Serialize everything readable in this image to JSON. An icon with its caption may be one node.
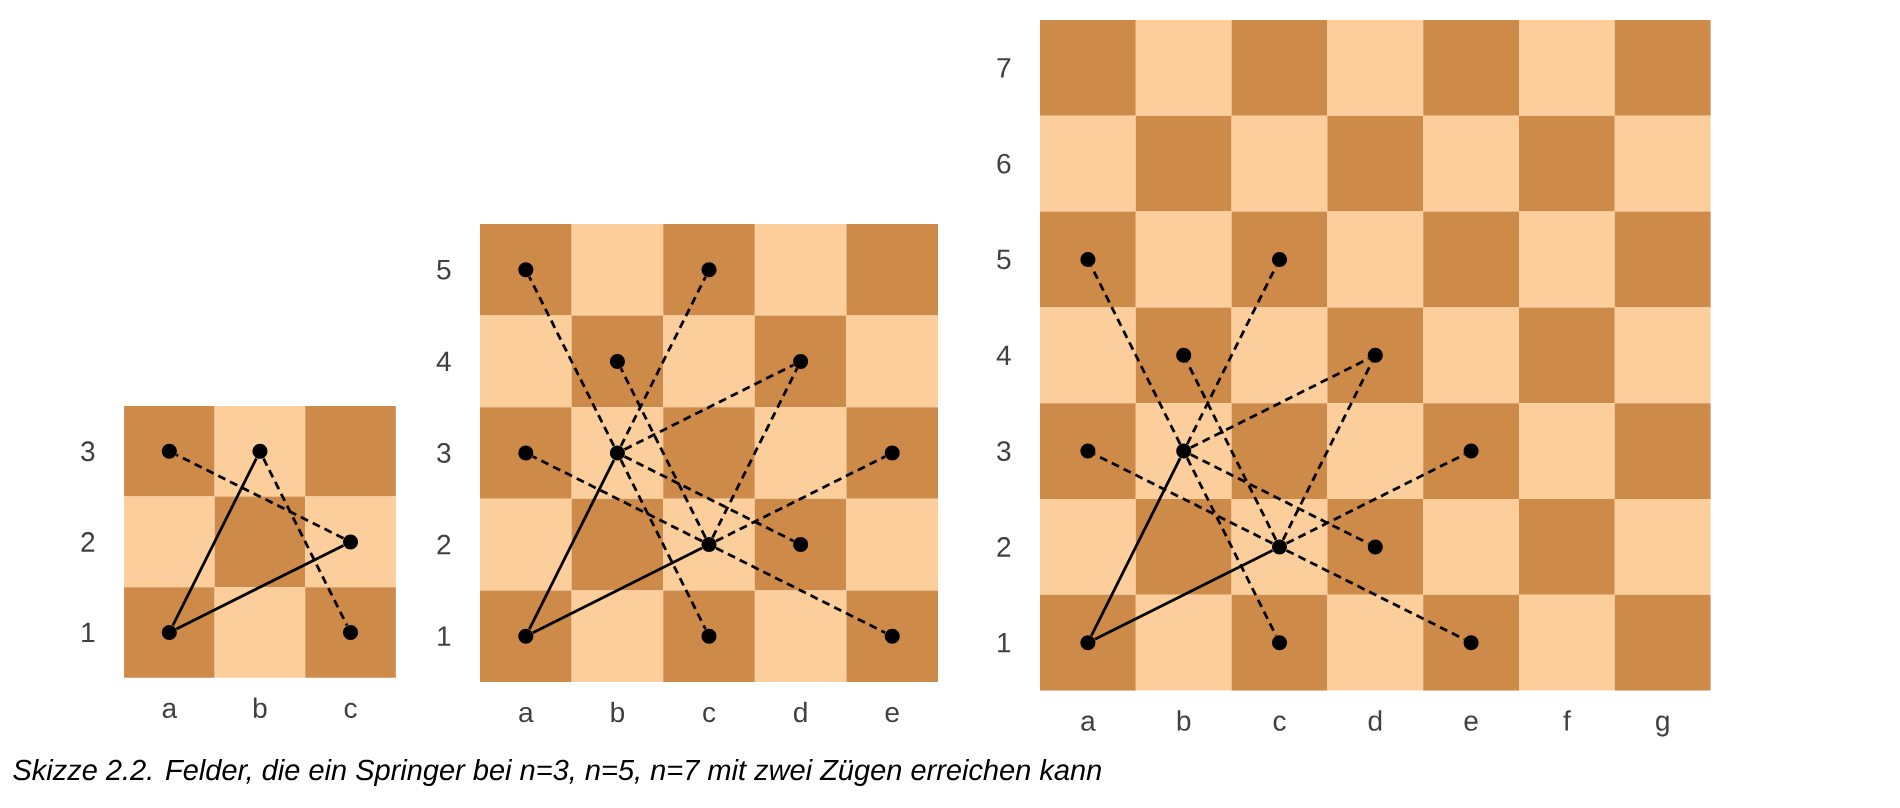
{
  "diagram": {
    "caption": "Skizze 2.2. Felder, die ein Springer bei n=3, n=5, n=7 mit zwei Zügen erreichen kann",
    "nodes": [
      {
        "text": [],
        "shape": "circle"
      },
      {
        "text": [],
        "shape": "circle"
      },
      {
        "text": [],
        "shape": "circle"
      },
      {
        "text": [],
        "shape": "circle"
      },
      {
        "text": [],
        "shape": "circle"
      },
      {
        "text": [],
        "shape": "circle"
      },
      {
        "text": [],
        "shape": "circle"
      },
      {
        "text": [],
        "shape": "circle"
      },
      {
        "text": [],
        "shape": "circle"
      },
      {
        "text": [],
        "shape": "circle"
      },
      {
        "text": [],
        "shape": "circle"
      },
      {
        "text": [],
        "shape": "circle"
      },
      {
        "text": [],
        "shape": "circle"
      },
      {
        "text": [],
        "shape": "circle"
      },
      {
        "text": [],
        "shape": "circle"
      },
      {
        "text": [],
        "shape": "circle"
      },
      {
        "text": [],
        "shape": "circle"
      },
      {
        "text": [],
        "shape": "circle"
      },
      {
        "text": [],
        "shape": "circle"
      },
      {
        "text": [],
        "shape": "circle"
      },
      {
        "text": [],
        "shape": "circle"
      },
      {
        "text": [],
        "shape": "circle"
      },
      {
        "text": [],
        "shape": "circle"
      },
      {
        "text": [],
        "shape": "circle"
      },
      {
        "text": [],
        "shape": "circle"
      },
      {
        "text": [],
        "shape": "circle"
      },
      {
        "text": [],
        "shape": "circle"
      },
      {
        "text": [],
        "shape": "circle"
      },
      {
        "text": [],
        "shape": "circle"
      }
    ],
    "edges": [
      {
        "from": 3,
        "to": 1,
        "arrow": "none"
      },
      {
        "from": 3,
        "to": 2,
        "arrow": "none"
      },
      {
        "from": 2,
        "to": 0,
        "arrow": "none",
        "style": "dashed"
      },
      {
        "from": 1,
        "to": 4,
        "arrow": "none",
        "style": "dashed"
      },
      {
        "from": 14,
        "to": 10,
        "arrow": "none"
      },
      {
        "from": 14,
        "to": 12,
        "arrow": "none"
      },
      {
        "from": 10,
        "to": 5,
        "arrow": "none",
        "style": "dashed"
      },
      {
        "from": 10,
        "to": 6,
        "arrow": "none",
        "style": "dashed"
      },
      {
        "from": 10,
        "to": 8,
        "arrow": "none",
        "style": "dashed"
      },
      {
        "from": 10,
        "to": 13,
        "arrow": "none",
        "style": "dashed"
      },
      {
        "from": 10,
        "to": 15,
        "arrow": "none",
        "style": "dashed"
      },
      {
        "from": 12,
        "to": 9,
        "arrow": "none",
        "style": "dashed"
      },
      {
        "from": 12,
        "to": 7,
        "arrow": "none",
        "style": "dashed"
      },
      {
        "from": 12,
        "to": 8,
        "arrow": "none",
        "style": "dashed"
      },
      {
        "from": 12,
        "to": 11,
        "arrow": "none",
        "style": "dashed"
      },
      {
        "from": 12,
        "to": 16,
        "arrow": "none",
        "style": "dashed"
      },
      {
        "from": 26,
        "to": 22,
        "arrow": "none"
      },
      {
        "from": 26,
        "to": 24,
        "arrow": "none"
      },
      {
        "from": 22,
        "to": 17,
        "arrow": "none",
        "style": "dashed"
      },
      {
        "from": 22,
        "to": 18,
        "arrow": "none",
        "style": "dashed"
      },
      {
        "from": 22,
        "to": 20,
        "arrow": "none",
        "style": "dashed"
      },
      {
        "from": 22,
        "to": 25,
        "arrow": "none",
        "style": "dashed"
      },
      {
        "from": 22,
        "to": 27,
        "arrow": "none",
        "style": "dashed"
      },
      {
        "from": 24,
        "to": 21,
        "arrow": "none",
        "style": "dashed"
      },
      {
        "from": 24,
        "to": 19,
        "arrow": "none",
        "style": "dashed"
      },
      {
        "from": 24,
        "to": 20,
        "arrow": "none",
        "style": "dashed"
      },
      {
        "from": 24,
        "to": 23,
        "arrow": "none",
        "style": "dashed"
      },
      {
        "from": 24,
        "to": 28,
        "arrow": "none",
        "style": "dashed"
      }
    ],
    "labels": [
      "3",
      "2",
      "1",
      "a",
      "b",
      "c",
      "5",
      "4",
      "3",
      "2",
      "1",
      "a",
      "b",
      "c",
      "d",
      "e",
      "7",
      "6",
      "5",
      "4",
      "3",
      "2",
      "1",
      "a",
      "b",
      "c",
      "d",
      "e",
      "f",
      "g"
    ]
  }
}
